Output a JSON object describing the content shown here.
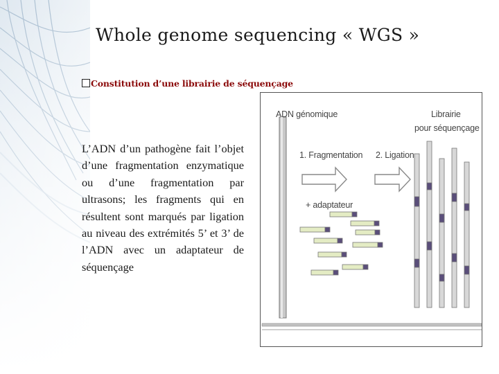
{
  "slide": {
    "title": "Whole genome sequencing « WGS »",
    "section_heading": "Constitution d’une librairie de séquençage",
    "body": "L’ADN d’un pathogène fait l’objet d’une fragmentation enzymatique ou d’une fragmentation par ultrasons; les fragments qui en résultent sont marqués par ligation au niveau des extrémités 5’ et 3’ de l’ADN avec un adaptateur de séquençage"
  },
  "figure": {
    "label_dna": "ADN génomique",
    "label_library_line1": "Librairie",
    "label_library_line2": "pour séquençage",
    "step1": "1. Fragmentation",
    "step2": "2. Ligation",
    "adapter": "+ adaptateur"
  },
  "colors": {
    "title_text": "#1a1a1a",
    "section_text": "#8b0a0a",
    "dna_fill": "#c8c8c8",
    "fragment_green": "#e4ecc4",
    "adapter_purple": "#5a4e7a",
    "deco_blue": "#b9cde0"
  }
}
